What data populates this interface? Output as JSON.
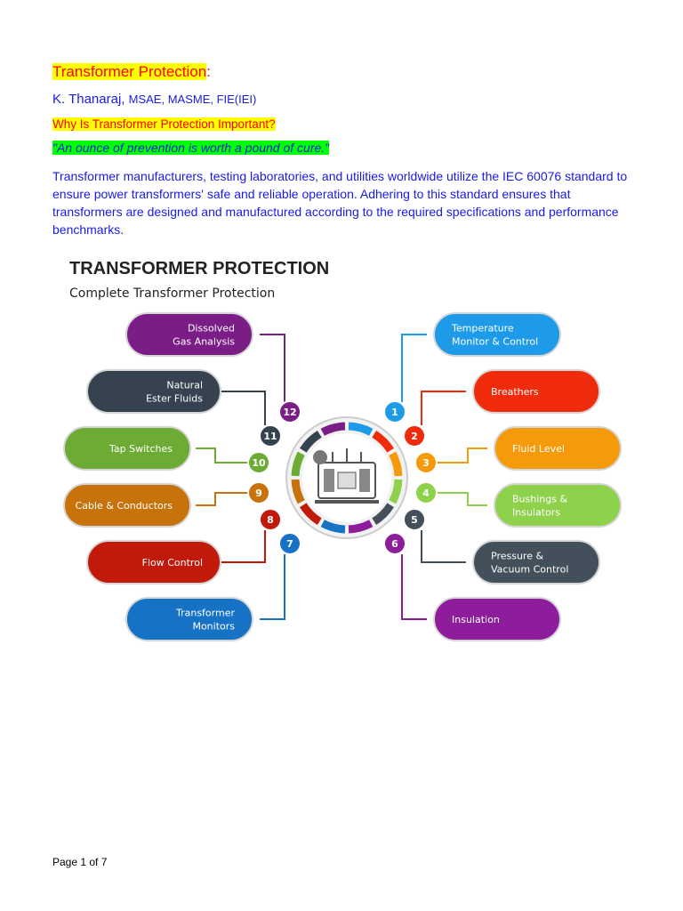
{
  "document": {
    "heading_main": "Transformer Protection",
    "heading_suffix": ":",
    "author_name": "K. Thanaraj,",
    "author_credentials": "MSAE, MASME, FIE(IEI)",
    "why_heading": "Why Is Transformer Protection Important?",
    "quote": "\"An ounce of prevention is worth a pound of cure.\"",
    "body": "Transformer manufacturers, testing laboratories, and utilities worldwide utilize the IEC 60076 standard to ensure power transformers' safe and reliable operation. Adhering to this standard ensures that transformers are designed and manufactured according to the required specifications and performance benchmarks.",
    "footer": "Page 1 of 7"
  },
  "infographic": {
    "title": "TRANSFORMER PROTECTION",
    "subtitle": "Complete Transformer Protection",
    "items": [
      {
        "num": "1",
        "lines": [
          "Temperature",
          "Monitor & Control"
        ],
        "color": "#1e9be8",
        "side": "right"
      },
      {
        "num": "2",
        "lines": [
          "Breathers"
        ],
        "color": "#f02b0c",
        "side": "right"
      },
      {
        "num": "3",
        "lines": [
          "Fluid Level"
        ],
        "color": "#f59a0a",
        "side": "right"
      },
      {
        "num": "4",
        "lines": [
          "Bushings &",
          "Insulators"
        ],
        "color": "#8ed14b",
        "side": "right"
      },
      {
        "num": "5",
        "lines": [
          "Pressure &",
          "Vacuum Control"
        ],
        "color": "#444f5c",
        "side": "right"
      },
      {
        "num": "6",
        "lines": [
          "Insulation"
        ],
        "color": "#8e1d9c",
        "side": "right"
      },
      {
        "num": "7",
        "lines": [
          "Transformer",
          "Monitors"
        ],
        "color": "#1672c4",
        "side": "left"
      },
      {
        "num": "8",
        "lines": [
          "Flow Control"
        ],
        "color": "#c21a0a",
        "side": "left"
      },
      {
        "num": "9",
        "lines": [
          "Cable & Conductors"
        ],
        "color": "#c8720c",
        "side": "left"
      },
      {
        "num": "10",
        "lines": [
          "Tap Switches"
        ],
        "color": "#6cab34",
        "side": "left"
      },
      {
        "num": "11",
        "lines": [
          "Natural",
          "Ester Fluids"
        ],
        "color": "#374250",
        "side": "left"
      },
      {
        "num": "12",
        "lines": [
          "Dissolved",
          "Gas Analysis"
        ],
        "color": "#7a1d86",
        "side": "left"
      }
    ]
  }
}
